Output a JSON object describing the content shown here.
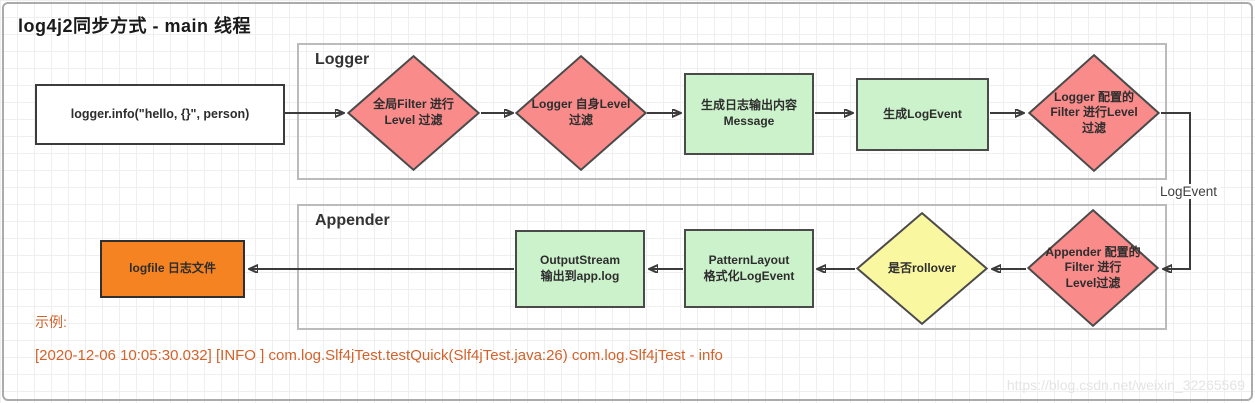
{
  "title": "log4j2同步方式  -  main 线程",
  "groups": {
    "logger": {
      "label": "Logger"
    },
    "appender": {
      "label": "Appender"
    }
  },
  "nodes": {
    "logger_call": "logger.info(\"hello, {}\", person)",
    "global_filter": "全局Filter 进行\nLevel 过滤",
    "logger_level_filter": "Logger 自身Level\n过滤",
    "build_message": "生成日志输出内容\nMessage",
    "build_logevent": "生成LogEvent",
    "logger_config_filter": "Logger 配置的\nFilter 进行Level\n过滤",
    "appender_config_filter": "Appender 配置的\nFilter 进行\nLevel过滤",
    "rollover_check": "是否rollover",
    "pattern_layout": "PatternLayout\n格式化LogEvent",
    "output_stream": "OutputStream\n输出到app.log",
    "logfile": "logfile 日志文件"
  },
  "connector_label": "LogEvent",
  "example": {
    "label": "示例:",
    "log_line": "[2020-12-06 10:05:30.032] [INFO ] com.log.Slf4jTest.testQuick(Slf4jTest.java:26) com.log.Slf4jTest - info"
  },
  "watermark": "https://blog.csdn.net/weixin_32265569",
  "colors": {
    "filter_diamond": "#f98b8b",
    "rollover_diamond": "#faf7a1",
    "process_box": "#ccf2cb",
    "logfile_box": "#f58322",
    "example_text": "#d2622a",
    "arrow": "#3b3b3b",
    "group_border": "#bbbbbb"
  }
}
